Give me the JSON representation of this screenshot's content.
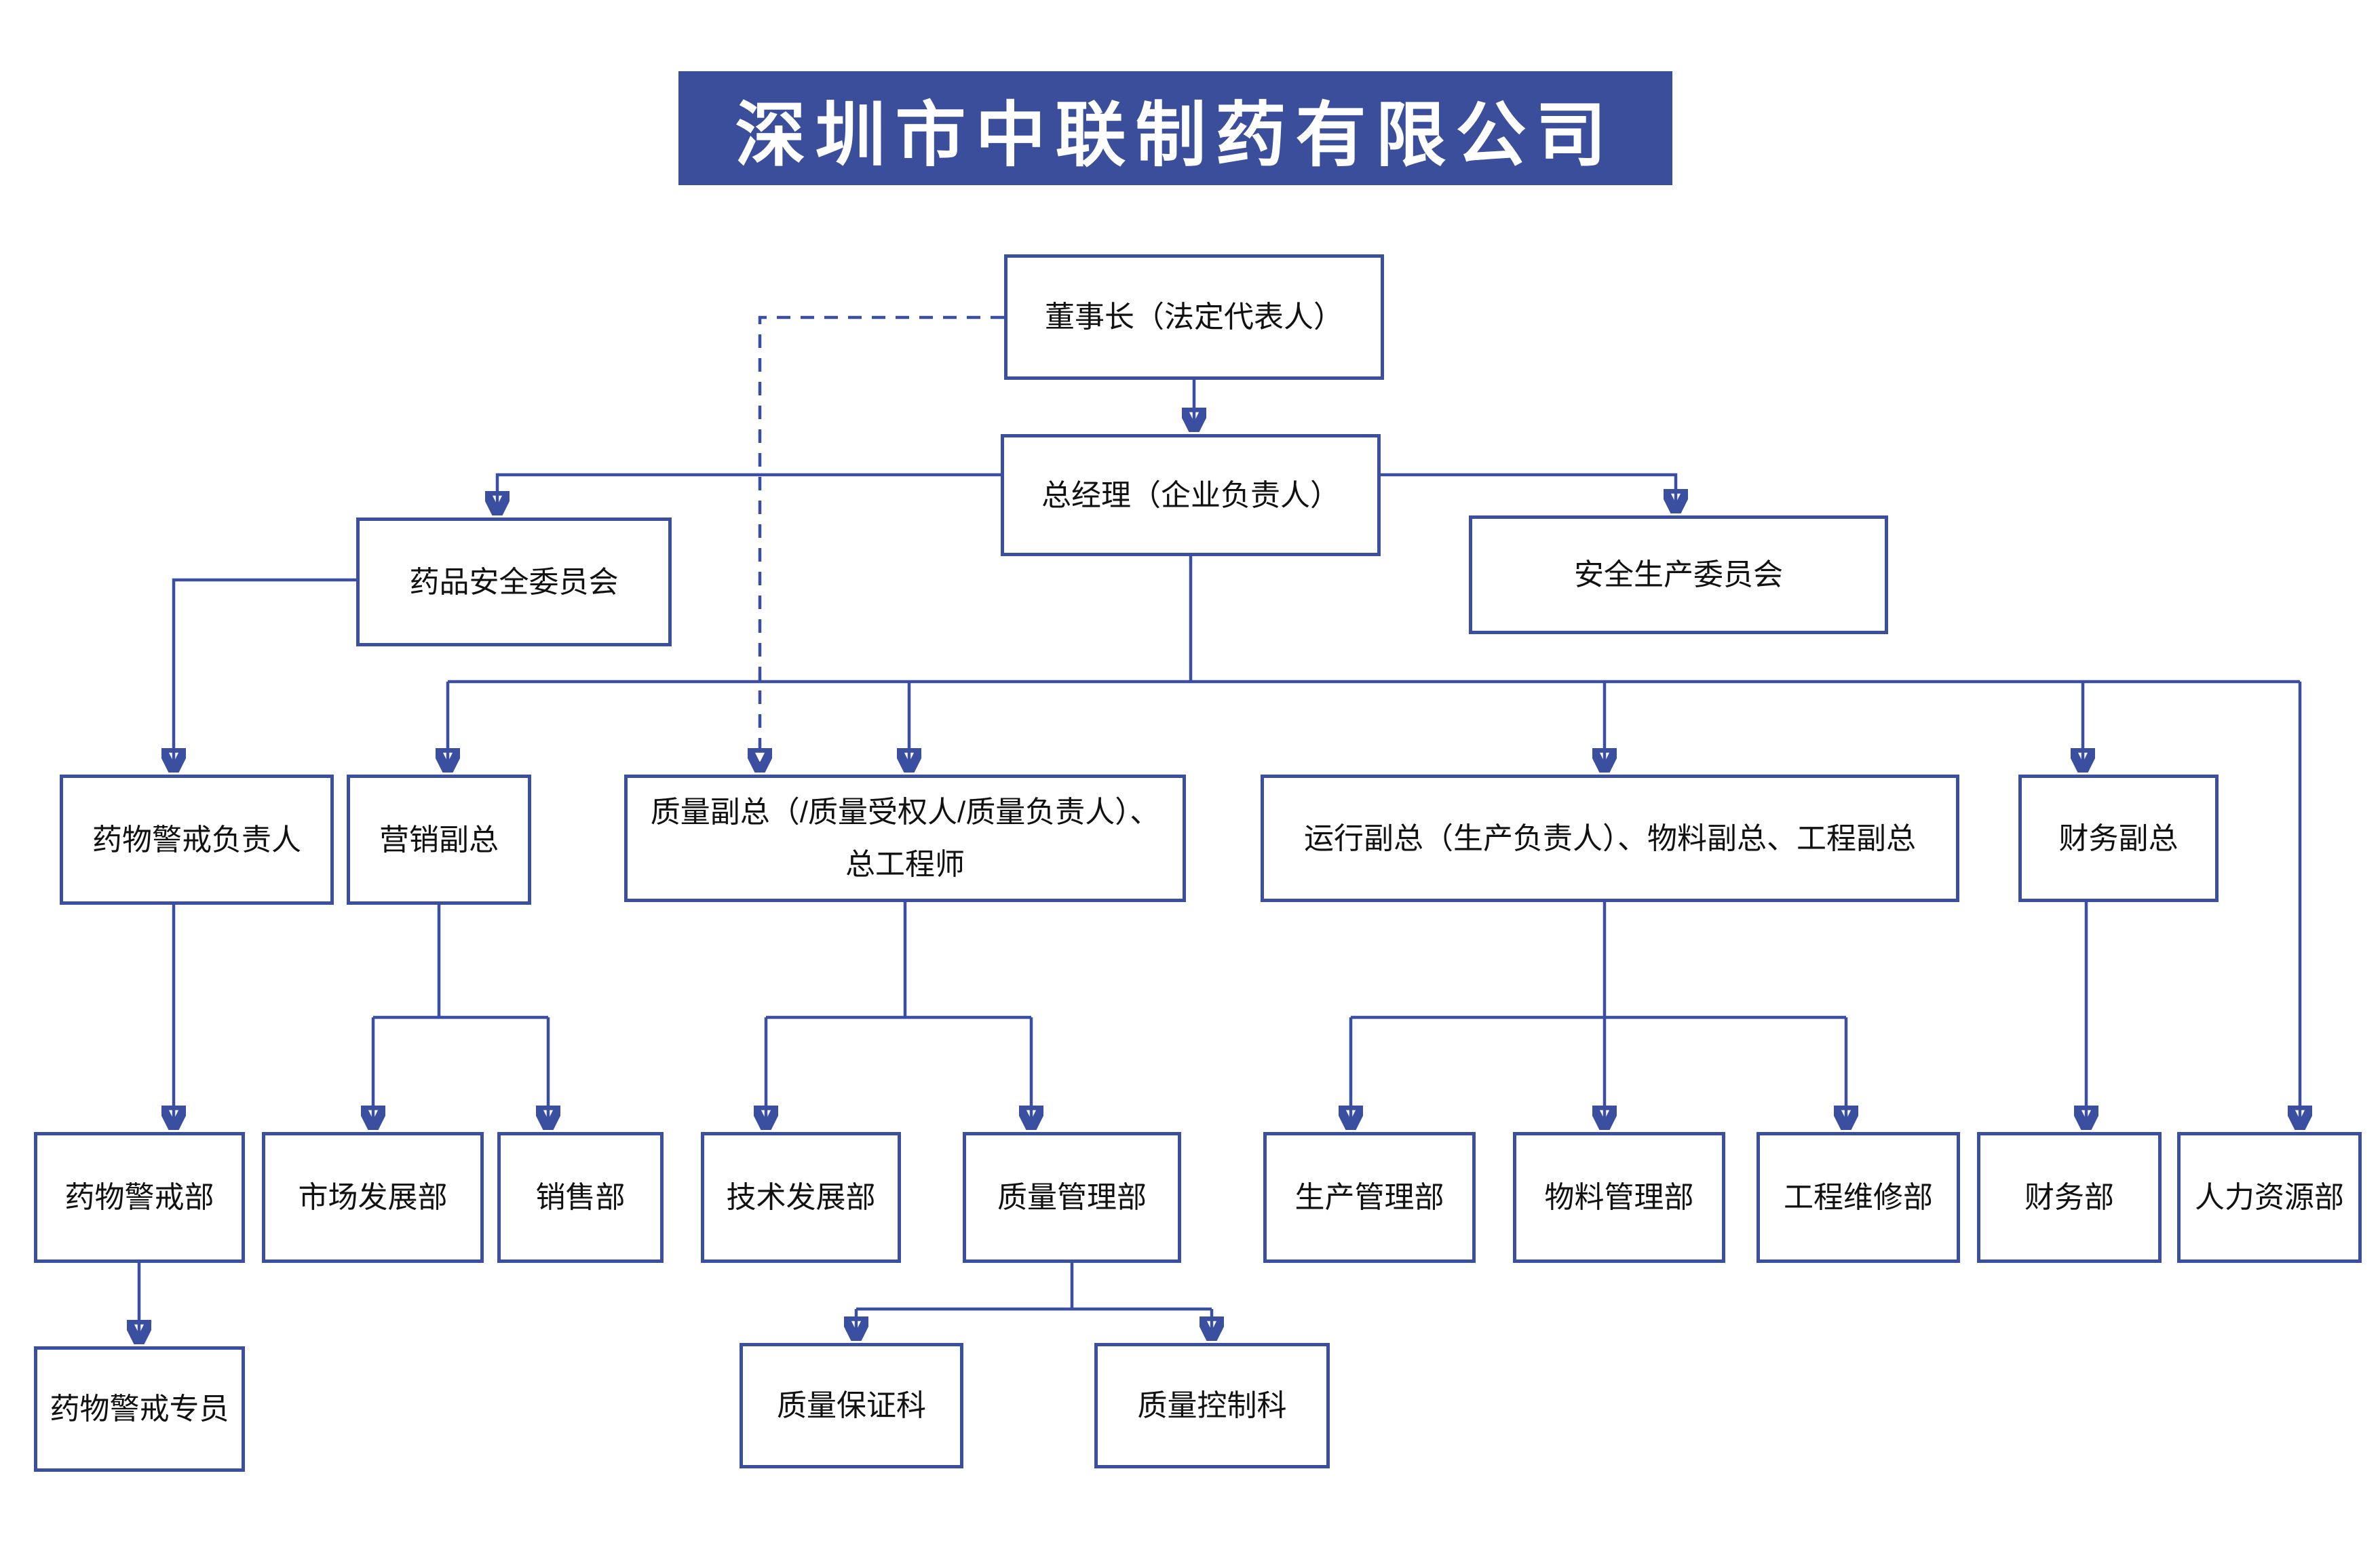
{
  "title": {
    "text": "深圳市中联制药有限公司"
  },
  "colors": {
    "banner_bg": "#3A4E9C",
    "line": "#3B4FA0",
    "node_text": "#111111",
    "banner_text": "#FFFFFF"
  },
  "nodes": {
    "chairman": {
      "label": "董事长（法定代表人）"
    },
    "gm": {
      "label": "总经理（企业负责人）"
    },
    "drug_safety_committee": {
      "label": "药品安全委员会"
    },
    "prod_safety_committee": {
      "label": "安全生产委员会"
    },
    "pv_lead": {
      "label": "药物警戒负责人"
    },
    "marketing_vp": {
      "label": "营销副总"
    },
    "quality_vp": {
      "label": "质量副总（/质量受权人/质量负责人）、总工程师"
    },
    "operations_vp": {
      "label": "运行副总（生产负责人）、物料副总、工程副总"
    },
    "finance_vp": {
      "label": "财务副总"
    },
    "pv_dept": {
      "label": "药物警戒部"
    },
    "market_dev_dept": {
      "label": "市场发展部"
    },
    "sales_dept": {
      "label": "销售部"
    },
    "tech_dev_dept": {
      "label": "技术发展部"
    },
    "quality_mgmt_dept": {
      "label": "质量管理部"
    },
    "prod_mgmt_dept": {
      "label": "生产管理部"
    },
    "material_mgmt_dept": {
      "label": "物料管理部"
    },
    "eng_maint_dept": {
      "label": "工程维修部"
    },
    "finance_dept": {
      "label": "财务部"
    },
    "hr_dept": {
      "label": "人力资源部"
    },
    "pv_specialist": {
      "label": "药物警戒专员"
    },
    "qa_section": {
      "label": "质量保证科"
    },
    "qc_section": {
      "label": "质量控制科"
    }
  },
  "edges": [
    {
      "from": "chairman",
      "to": "gm",
      "style": "solid-arrow"
    },
    {
      "from": "chairman",
      "to": "quality_vp",
      "style": "dashed-arrow"
    },
    {
      "from": "gm",
      "to": "drug_safety_committee",
      "style": "solid-arrow"
    },
    {
      "from": "gm",
      "to": "prod_safety_committee",
      "style": "solid-arrow"
    },
    {
      "from": "drug_safety_committee",
      "to": "pv_lead",
      "style": "solid-arrow"
    },
    {
      "from": "gm",
      "to": "marketing_vp",
      "style": "solid-arrow"
    },
    {
      "from": "gm",
      "to": "quality_vp",
      "style": "solid-arrow"
    },
    {
      "from": "gm",
      "to": "operations_vp",
      "style": "solid-arrow"
    },
    {
      "from": "gm",
      "to": "finance_vp",
      "style": "solid-arrow"
    },
    {
      "from": "gm",
      "to": "hr_dept",
      "style": "solid-arrow"
    },
    {
      "from": "pv_lead",
      "to": "pv_dept",
      "style": "solid-arrow"
    },
    {
      "from": "pv_dept",
      "to": "pv_specialist",
      "style": "solid-arrow"
    },
    {
      "from": "marketing_vp",
      "to": "market_dev_dept",
      "style": "solid-arrow"
    },
    {
      "from": "marketing_vp",
      "to": "sales_dept",
      "style": "solid-arrow"
    },
    {
      "from": "quality_vp",
      "to": "tech_dev_dept",
      "style": "solid-arrow"
    },
    {
      "from": "quality_vp",
      "to": "quality_mgmt_dept",
      "style": "solid-arrow"
    },
    {
      "from": "quality_mgmt_dept",
      "to": "qa_section",
      "style": "solid-arrow"
    },
    {
      "from": "quality_mgmt_dept",
      "to": "qc_section",
      "style": "solid-arrow"
    },
    {
      "from": "operations_vp",
      "to": "prod_mgmt_dept",
      "style": "solid-arrow"
    },
    {
      "from": "operations_vp",
      "to": "material_mgmt_dept",
      "style": "solid-arrow"
    },
    {
      "from": "operations_vp",
      "to": "eng_maint_dept",
      "style": "solid-arrow"
    },
    {
      "from": "finance_vp",
      "to": "finance_dept",
      "style": "solid-arrow"
    }
  ]
}
